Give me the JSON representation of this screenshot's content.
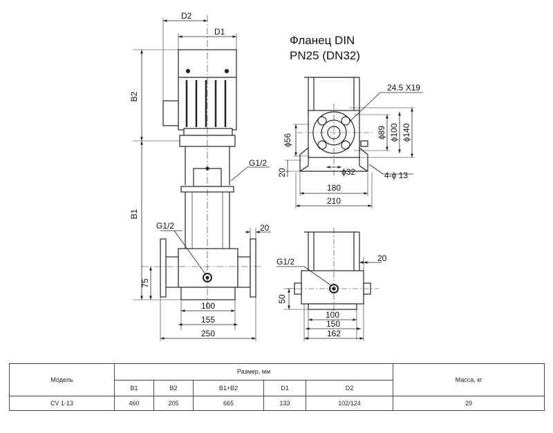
{
  "flange": {
    "line1": "Фланец DIN",
    "line2": "PN25 (DN32)"
  },
  "dims": {
    "d2": "D2",
    "d1": "D1",
    "b2": "B2",
    "b1": "B1",
    "g12_motor": "G1/2",
    "g12_body": "G1/2",
    "g12_side": "G1/2",
    "h75": "75",
    "w20_front": "20",
    "w100_front": "100",
    "w155": "155",
    "w250": "250",
    "slot": "24.5 X19",
    "phi56": "ϕ56",
    "phi89": "ϕ89",
    "phi100": "ϕ100",
    "phi140": "ϕ140",
    "phi32": "ϕ32",
    "h20_top": "20",
    "holes": "4-ϕ 13",
    "w180": "180",
    "w210": "210",
    "w20_side": "20",
    "h50": "50",
    "w100_side": "100",
    "w150": "150",
    "w162": "162"
  },
  "table": {
    "model_header": "Модель",
    "size_header": "Размер, мм",
    "mass_header": "Масса, кг",
    "columns": [
      "B1",
      "B2",
      "B1+B2",
      "D1",
      "D2"
    ],
    "row": {
      "model": "CV 1-13",
      "values": [
        "460",
        "205",
        "665",
        "133",
        "102/124"
      ],
      "mass": "29"
    }
  }
}
